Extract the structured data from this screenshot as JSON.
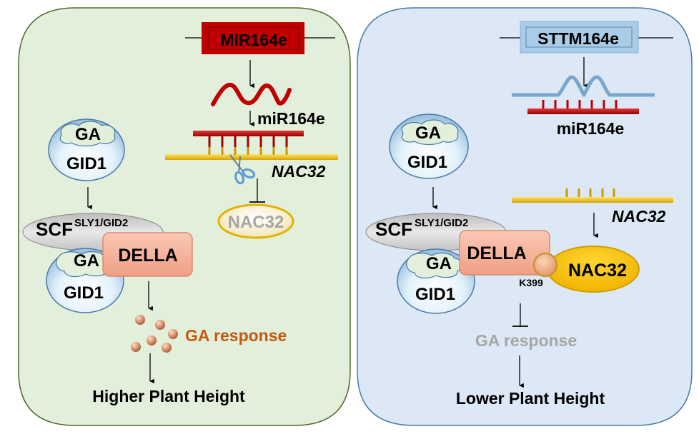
{
  "left_panel": {
    "gene_box": "MIR164e",
    "mirna_label": "miR164e",
    "target_label": "NAC32",
    "nac_protein": "NAC32",
    "ga": "GA",
    "gid1": "GID1",
    "scf": "SCF",
    "scf_sup": "SLY1/GID2",
    "ga_bottom": "GA",
    "gid1_bottom": "GID1",
    "della": "DELLA",
    "response": "GA response",
    "outcome": "Higher Plant Height"
  },
  "right_panel": {
    "gene_box": "STTM164e",
    "mirna_label": "miR164e",
    "target_label": "NAC32",
    "nac_protein": "NAC32",
    "ga": "GA",
    "gid1": "GID1",
    "scf": "SCF",
    "scf_sup": "SLY1/GID2",
    "ga_bottom": "GA",
    "gid1_bottom": "GID1",
    "della": "DELLA",
    "site_label": "K399",
    "response": "GA response",
    "outcome": "Lower Plant Height"
  },
  "colors": {
    "left_bg": "#e2efda",
    "left_border": "#4f6b2d",
    "right_bg": "#dce8f5",
    "right_border": "#4a7aa8",
    "mir_red": "#c00000",
    "nac_yellow": "#ffc000",
    "della_salmon": "#f4b09a",
    "response_orange": "#c55a11",
    "faded_gray": "#a6a6a6",
    "sttm_blue": "#a9cce9"
  }
}
